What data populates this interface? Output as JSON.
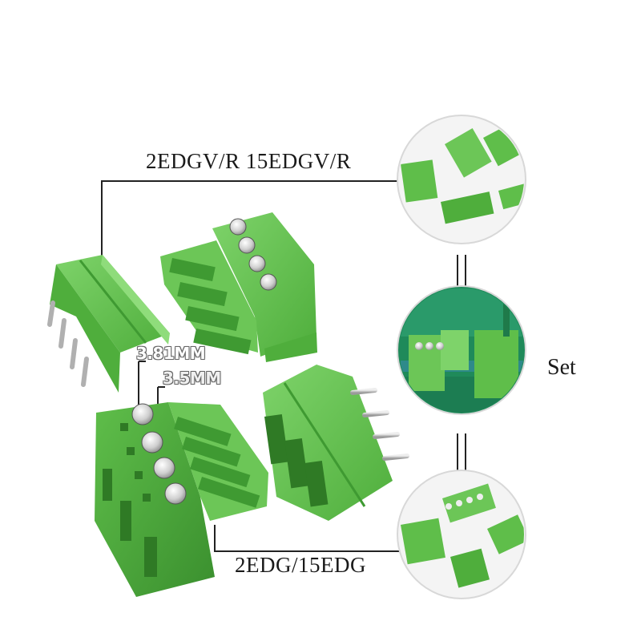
{
  "labels": {
    "top": "2EDGV/R 15EDGV/R",
    "bottom": "2EDG/15EDG",
    "set": "Set",
    "pitch_large": "3.81MM",
    "pitch_small": "3.5MM"
  },
  "colors": {
    "connector_green": "#5fbe4a",
    "connector_dark": "#3f9a32",
    "connector_light": "#7ed36a",
    "pcb_green": "#1f8a5a",
    "pin_metal": "#c9c9c9",
    "circle_border": "#d8d8d8"
  },
  "icons": {
    "screw": "screw-terminal-icon",
    "pin": "metal-pin-icon"
  }
}
